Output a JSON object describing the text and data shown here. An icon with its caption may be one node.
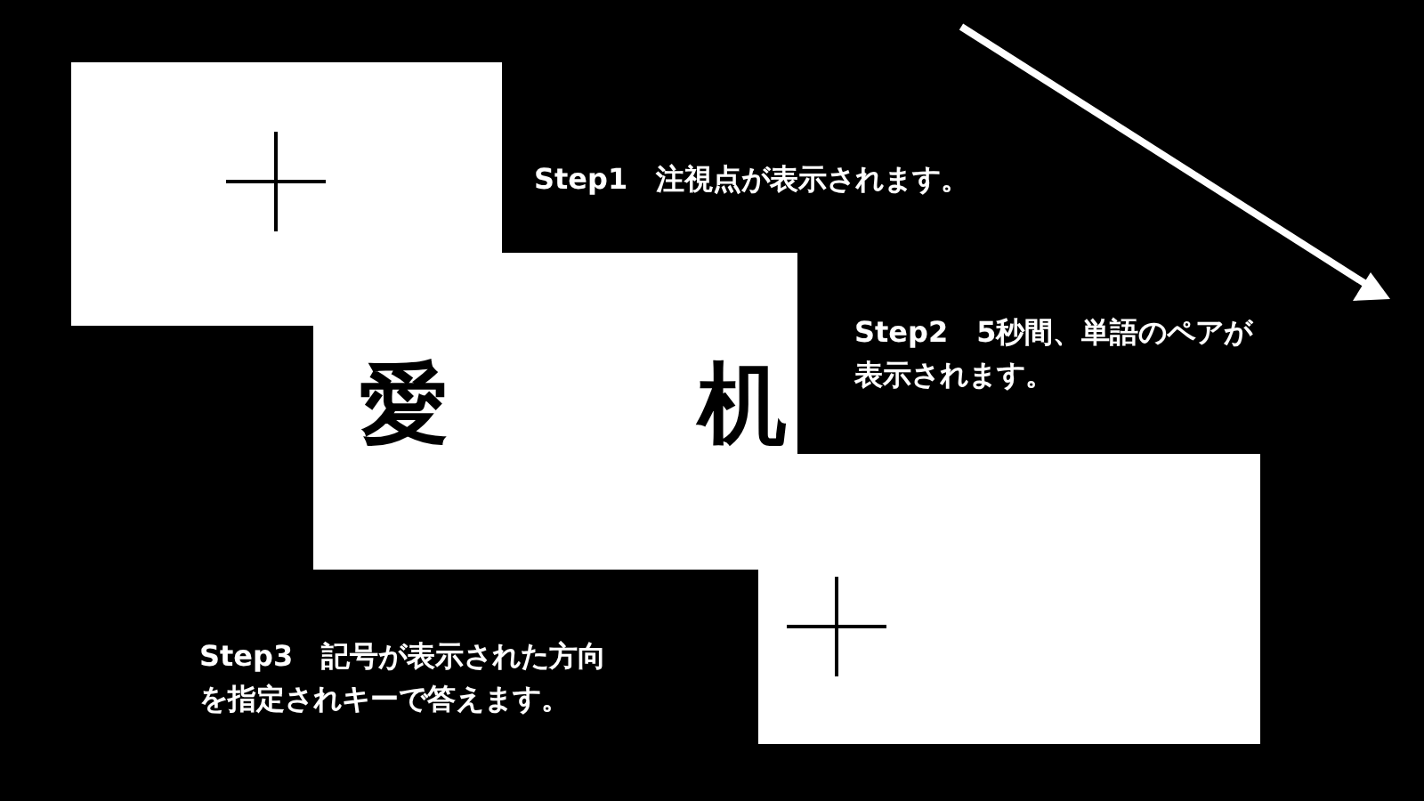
{
  "diagram": {
    "nodes": [
      {
        "text": [],
        "shape": "box"
      },
      {
        "text": [
          "愛",
          "机"
        ]
      },
      {
        "text": [],
        "shape": "box"
      }
    ],
    "labels": [
      "Step1　注視点が表示されます。",
      "Step2　5秒間、単語のペアが表示されます。",
      "Step3　記号が表示された方向を指定されキーで答えます。"
    ]
  }
}
